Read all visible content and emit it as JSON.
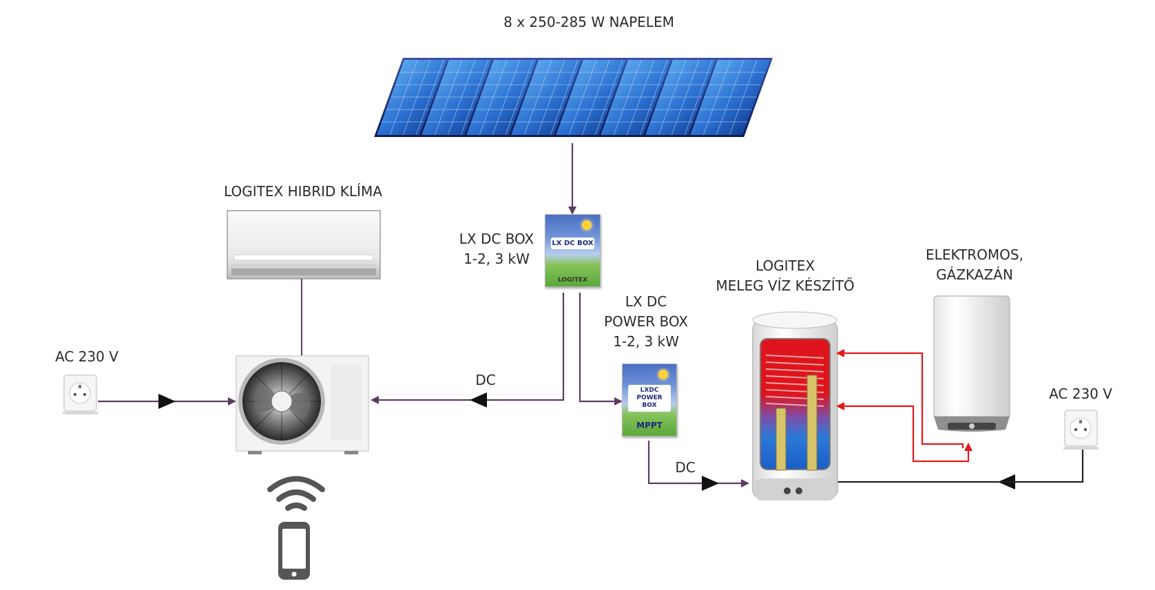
{
  "labels": {
    "napelem": "8 x 250-285 W NAPELEM",
    "klima": "LOGITEX HIBRID KLÍMA",
    "ac_left": "AC 230 V",
    "ac_right": "AC 230 V",
    "dcbox_l1": "LX DC BOX",
    "dcbox_l2": "1-2, 3 kW",
    "powerbox_l1": "LX DC",
    "powerbox_l2": "POWER BOX",
    "powerbox_l3": "1-2, 3 kW",
    "dc_top": "DC",
    "dc_bottom": "DC",
    "boiler_l1": "LOGITEX",
    "boiler_l2": "MELEG VÍZ KÉSZÍTŐ",
    "kazan_l1": "ELEKTROMOS,",
    "kazan_l2": "GÁZKAZÁN"
  },
  "device_text": {
    "dcbox_tag": "LX DC BOX",
    "dcbox_brand": "LOGITEX",
    "powerbox_tag_l1": "LXDC POWER",
    "powerbox_tag_l2": "BOX",
    "powerbox_mppt": "MPPT"
  },
  "panel_count": 8,
  "colors": {
    "dc_wire": "#5e3a63",
    "ac_wire": "#222222",
    "hot_water": "#e3191b",
    "panel": "#1f5fbf"
  }
}
